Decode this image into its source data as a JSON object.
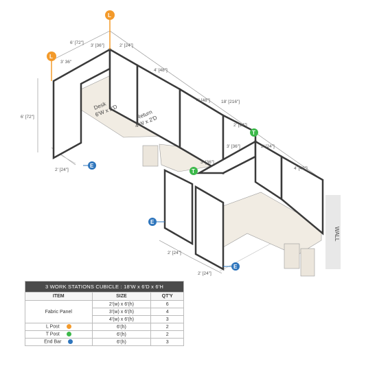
{
  "badges": {
    "L": "L",
    "T": "T",
    "E": "E"
  },
  "colors": {
    "L": "#f39a2b",
    "T": "#3cb84a",
    "E": "#2f76bd",
    "frame": "#3a3a3a",
    "panel": "#ffffff",
    "desk": "#f1ece3"
  },
  "dims": {
    "d6ft72": "6' [72\"]",
    "d3ft36a": "3' [36\"]",
    "d2ft24a": "2' [24\"]",
    "d3ft36b": "3' 36\"",
    "d4ft48a": "4' [48\"]",
    "d4ft48b": "4' [48\"]",
    "d18ft": "18' [216\"]",
    "d6ft72side": "6' [72\"]",
    "d2ft24b": "2' [24\"]",
    "d2ft24c": "2' [24\"]",
    "d3ft36c": "3' [36\"]",
    "d2ft24d": "2' [24\"]",
    "d4ft48c": "4' [48\"]",
    "d3ft36d": "3' [36\"]",
    "d2ft24e": "2' [24\"]",
    "d2ft24f": "2' [24\"]"
  },
  "labels": {
    "desk": "Desk",
    "desk_size": "6'W x 2'D",
    "return": "Return",
    "return_size": "4'W x 2'D",
    "wall": "WALL"
  },
  "table": {
    "title": "3 WORK STATIONS  CUBICLE  : 18'W x 6'D x 6'H",
    "headers": [
      "ITEM",
      "SIZE",
      "QT'Y"
    ],
    "fabric_label": "Fabric Panel",
    "rows": [
      {
        "size": "2'(w) x 6'(h)",
        "qty": "6"
      },
      {
        "size": "3'(w) x 6'(h)",
        "qty": "4"
      },
      {
        "size": "4'(w) x 6'(h)",
        "qty": "3"
      }
    ],
    "posts": [
      {
        "item": "L Post",
        "size": "6'(h)",
        "qty": "2",
        "color": "#f39a2b"
      },
      {
        "item": "T Post",
        "size": "6'(h)",
        "qty": "2",
        "color": "#3cb84a"
      },
      {
        "item": "End  Bar",
        "size": "6'(h)",
        "qty": "3",
        "color": "#2f76bd"
      }
    ]
  }
}
